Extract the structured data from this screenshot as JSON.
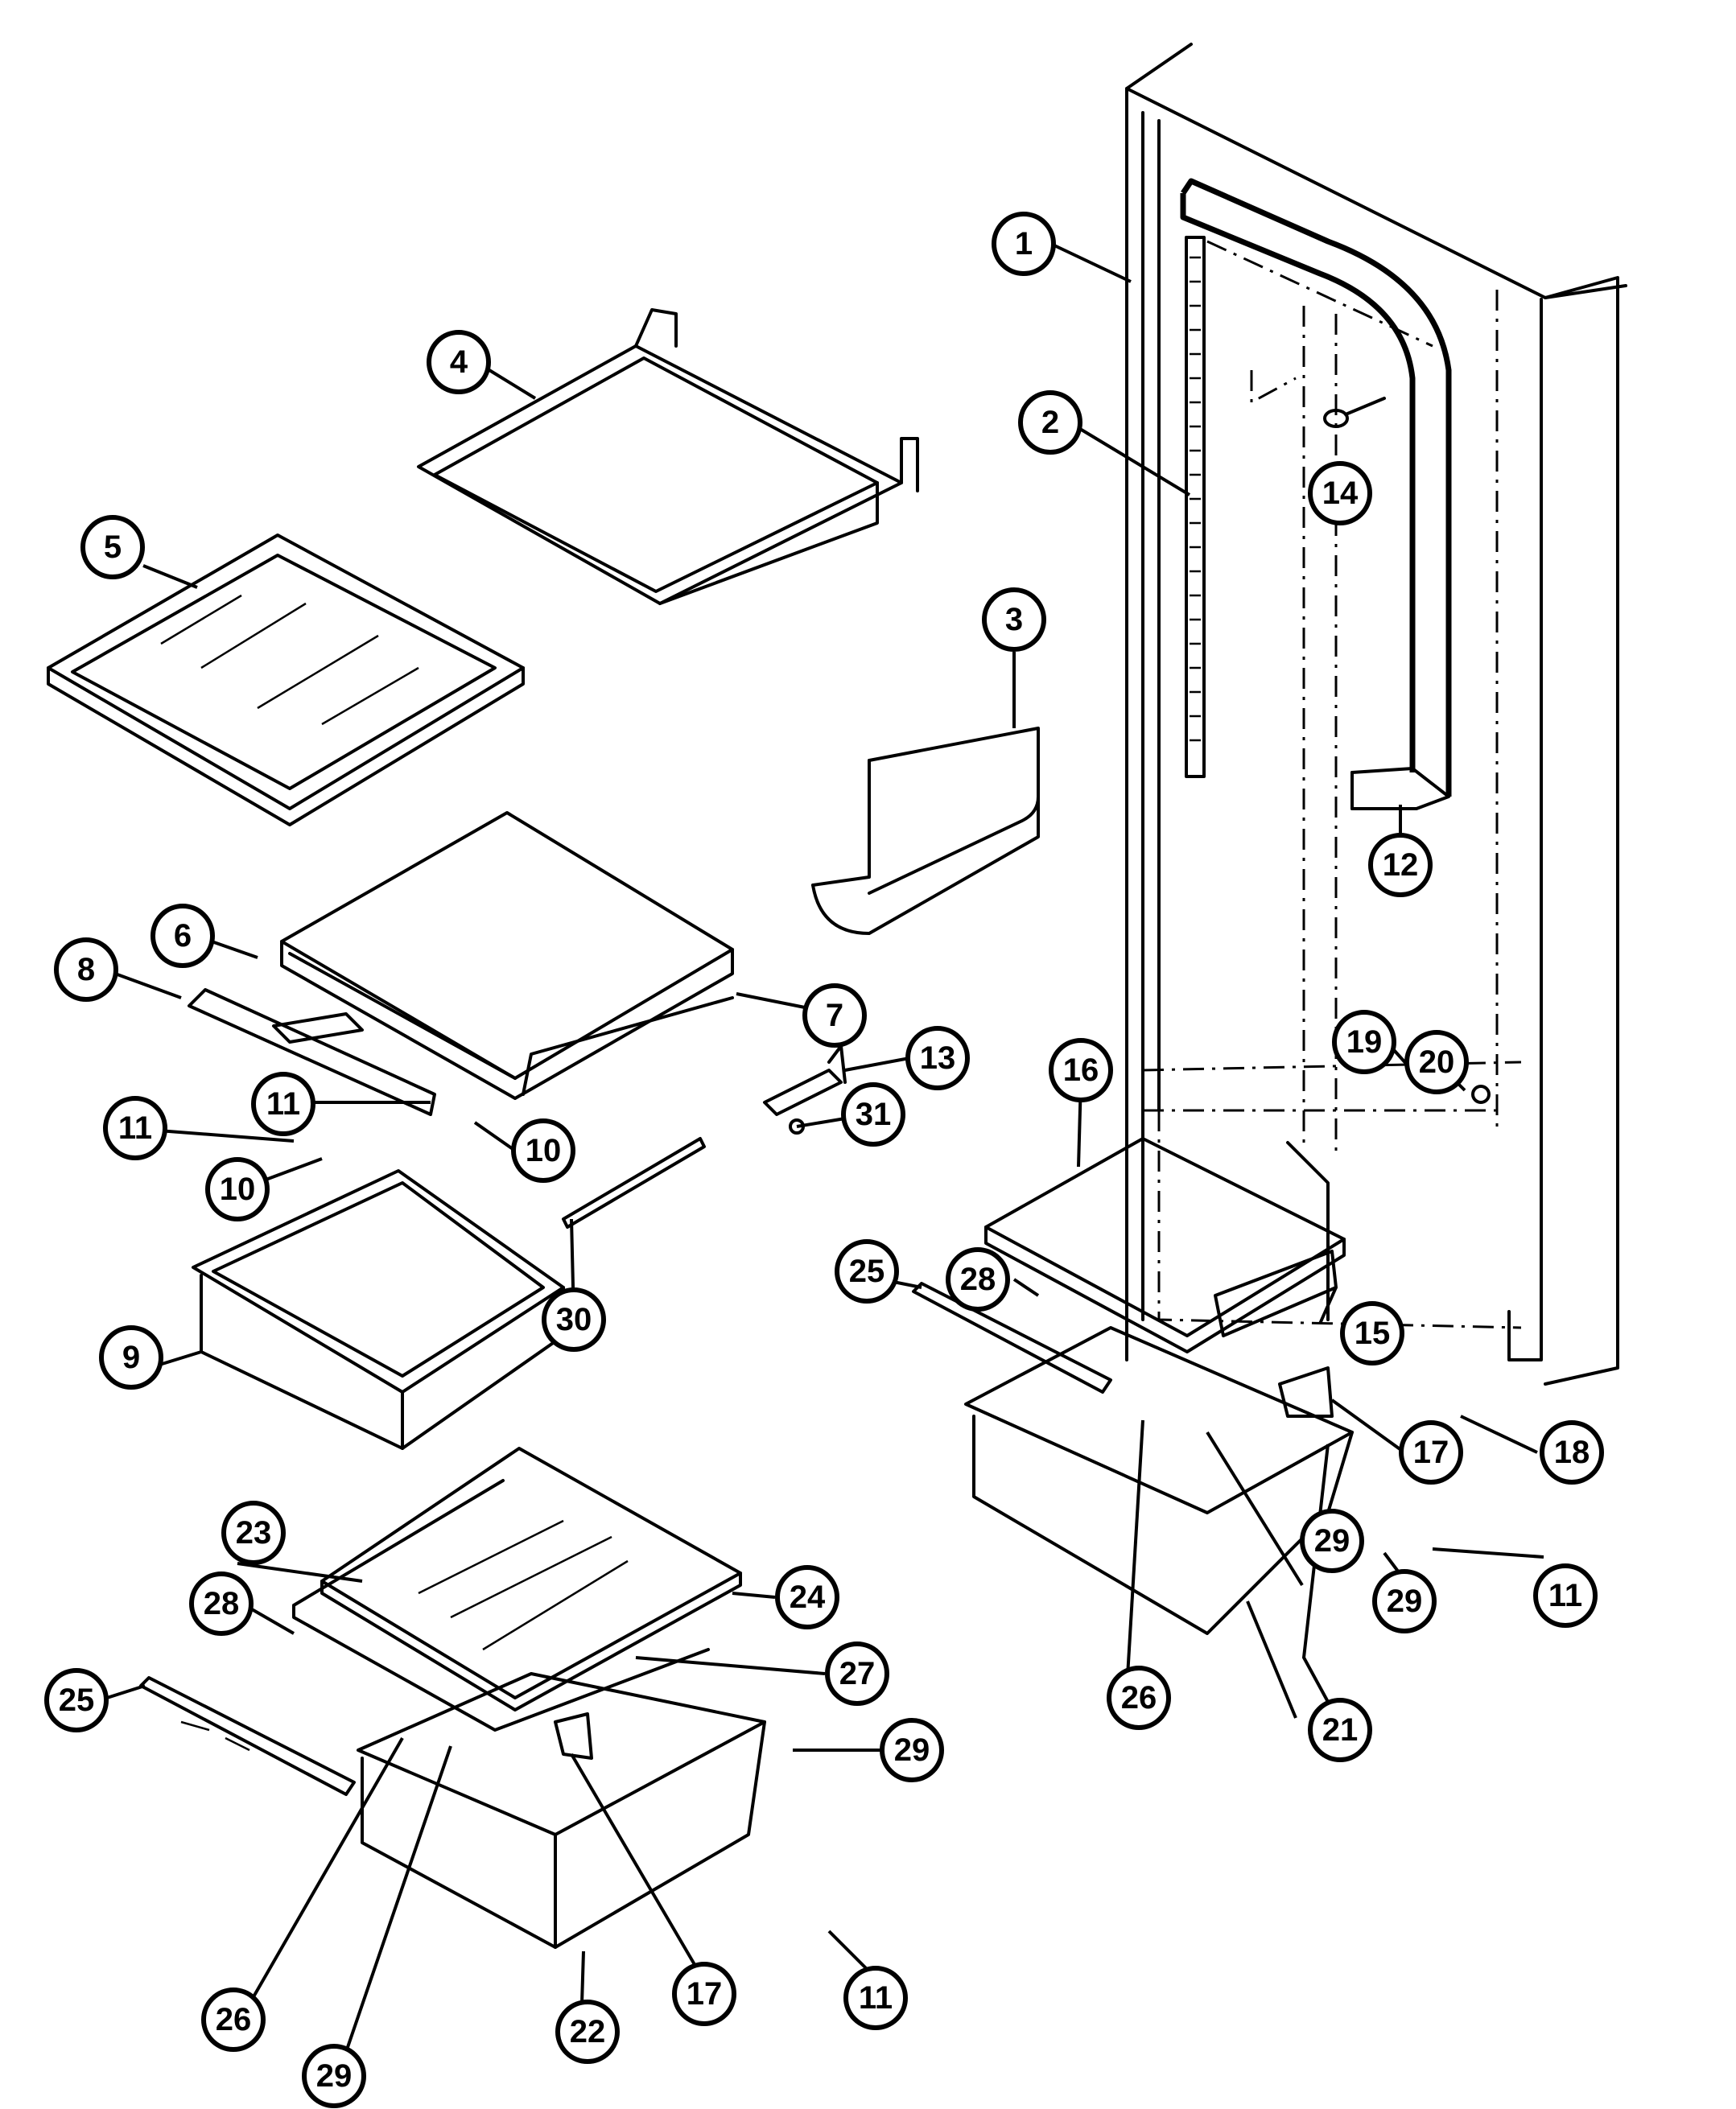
{
  "callouts": [
    {
      "id": "c1",
      "label": "1"
    },
    {
      "id": "c2",
      "label": "2"
    },
    {
      "id": "c3",
      "label": "3"
    },
    {
      "id": "c4",
      "label": "4"
    },
    {
      "id": "c5",
      "label": "5"
    },
    {
      "id": "c6",
      "label": "6"
    },
    {
      "id": "c7",
      "label": "7"
    },
    {
      "id": "c8",
      "label": "8"
    },
    {
      "id": "c9",
      "label": "9"
    },
    {
      "id": "c10a",
      "label": "10"
    },
    {
      "id": "c10b",
      "label": "10"
    },
    {
      "id": "c11a",
      "label": "11"
    },
    {
      "id": "c11b",
      "label": "11"
    },
    {
      "id": "c11c",
      "label": "11"
    },
    {
      "id": "c11d",
      "label": "11"
    },
    {
      "id": "c12",
      "label": "12"
    },
    {
      "id": "c13",
      "label": "13"
    },
    {
      "id": "c14",
      "label": "14"
    },
    {
      "id": "c15",
      "label": "15"
    },
    {
      "id": "c16",
      "label": "16"
    },
    {
      "id": "c17a",
      "label": "17"
    },
    {
      "id": "c17b",
      "label": "17"
    },
    {
      "id": "c18",
      "label": "18"
    },
    {
      "id": "c19",
      "label": "19"
    },
    {
      "id": "c20",
      "label": "20"
    },
    {
      "id": "c21",
      "label": "21"
    },
    {
      "id": "c22",
      "label": "22"
    },
    {
      "id": "c23",
      "label": "23"
    },
    {
      "id": "c24",
      "label": "24"
    },
    {
      "id": "c25a",
      "label": "25"
    },
    {
      "id": "c25b",
      "label": "25"
    },
    {
      "id": "c26a",
      "label": "26"
    },
    {
      "id": "c26b",
      "label": "26"
    },
    {
      "id": "c27",
      "label": "27"
    },
    {
      "id": "c28a",
      "label": "28"
    },
    {
      "id": "c28b",
      "label": "28"
    },
    {
      "id": "c29a",
      "label": "29"
    },
    {
      "id": "c29b",
      "label": "29"
    },
    {
      "id": "c29c",
      "label": "29"
    },
    {
      "id": "c29d",
      "label": "29"
    },
    {
      "id": "c30",
      "label": "30"
    },
    {
      "id": "c31",
      "label": "31"
    }
  ]
}
